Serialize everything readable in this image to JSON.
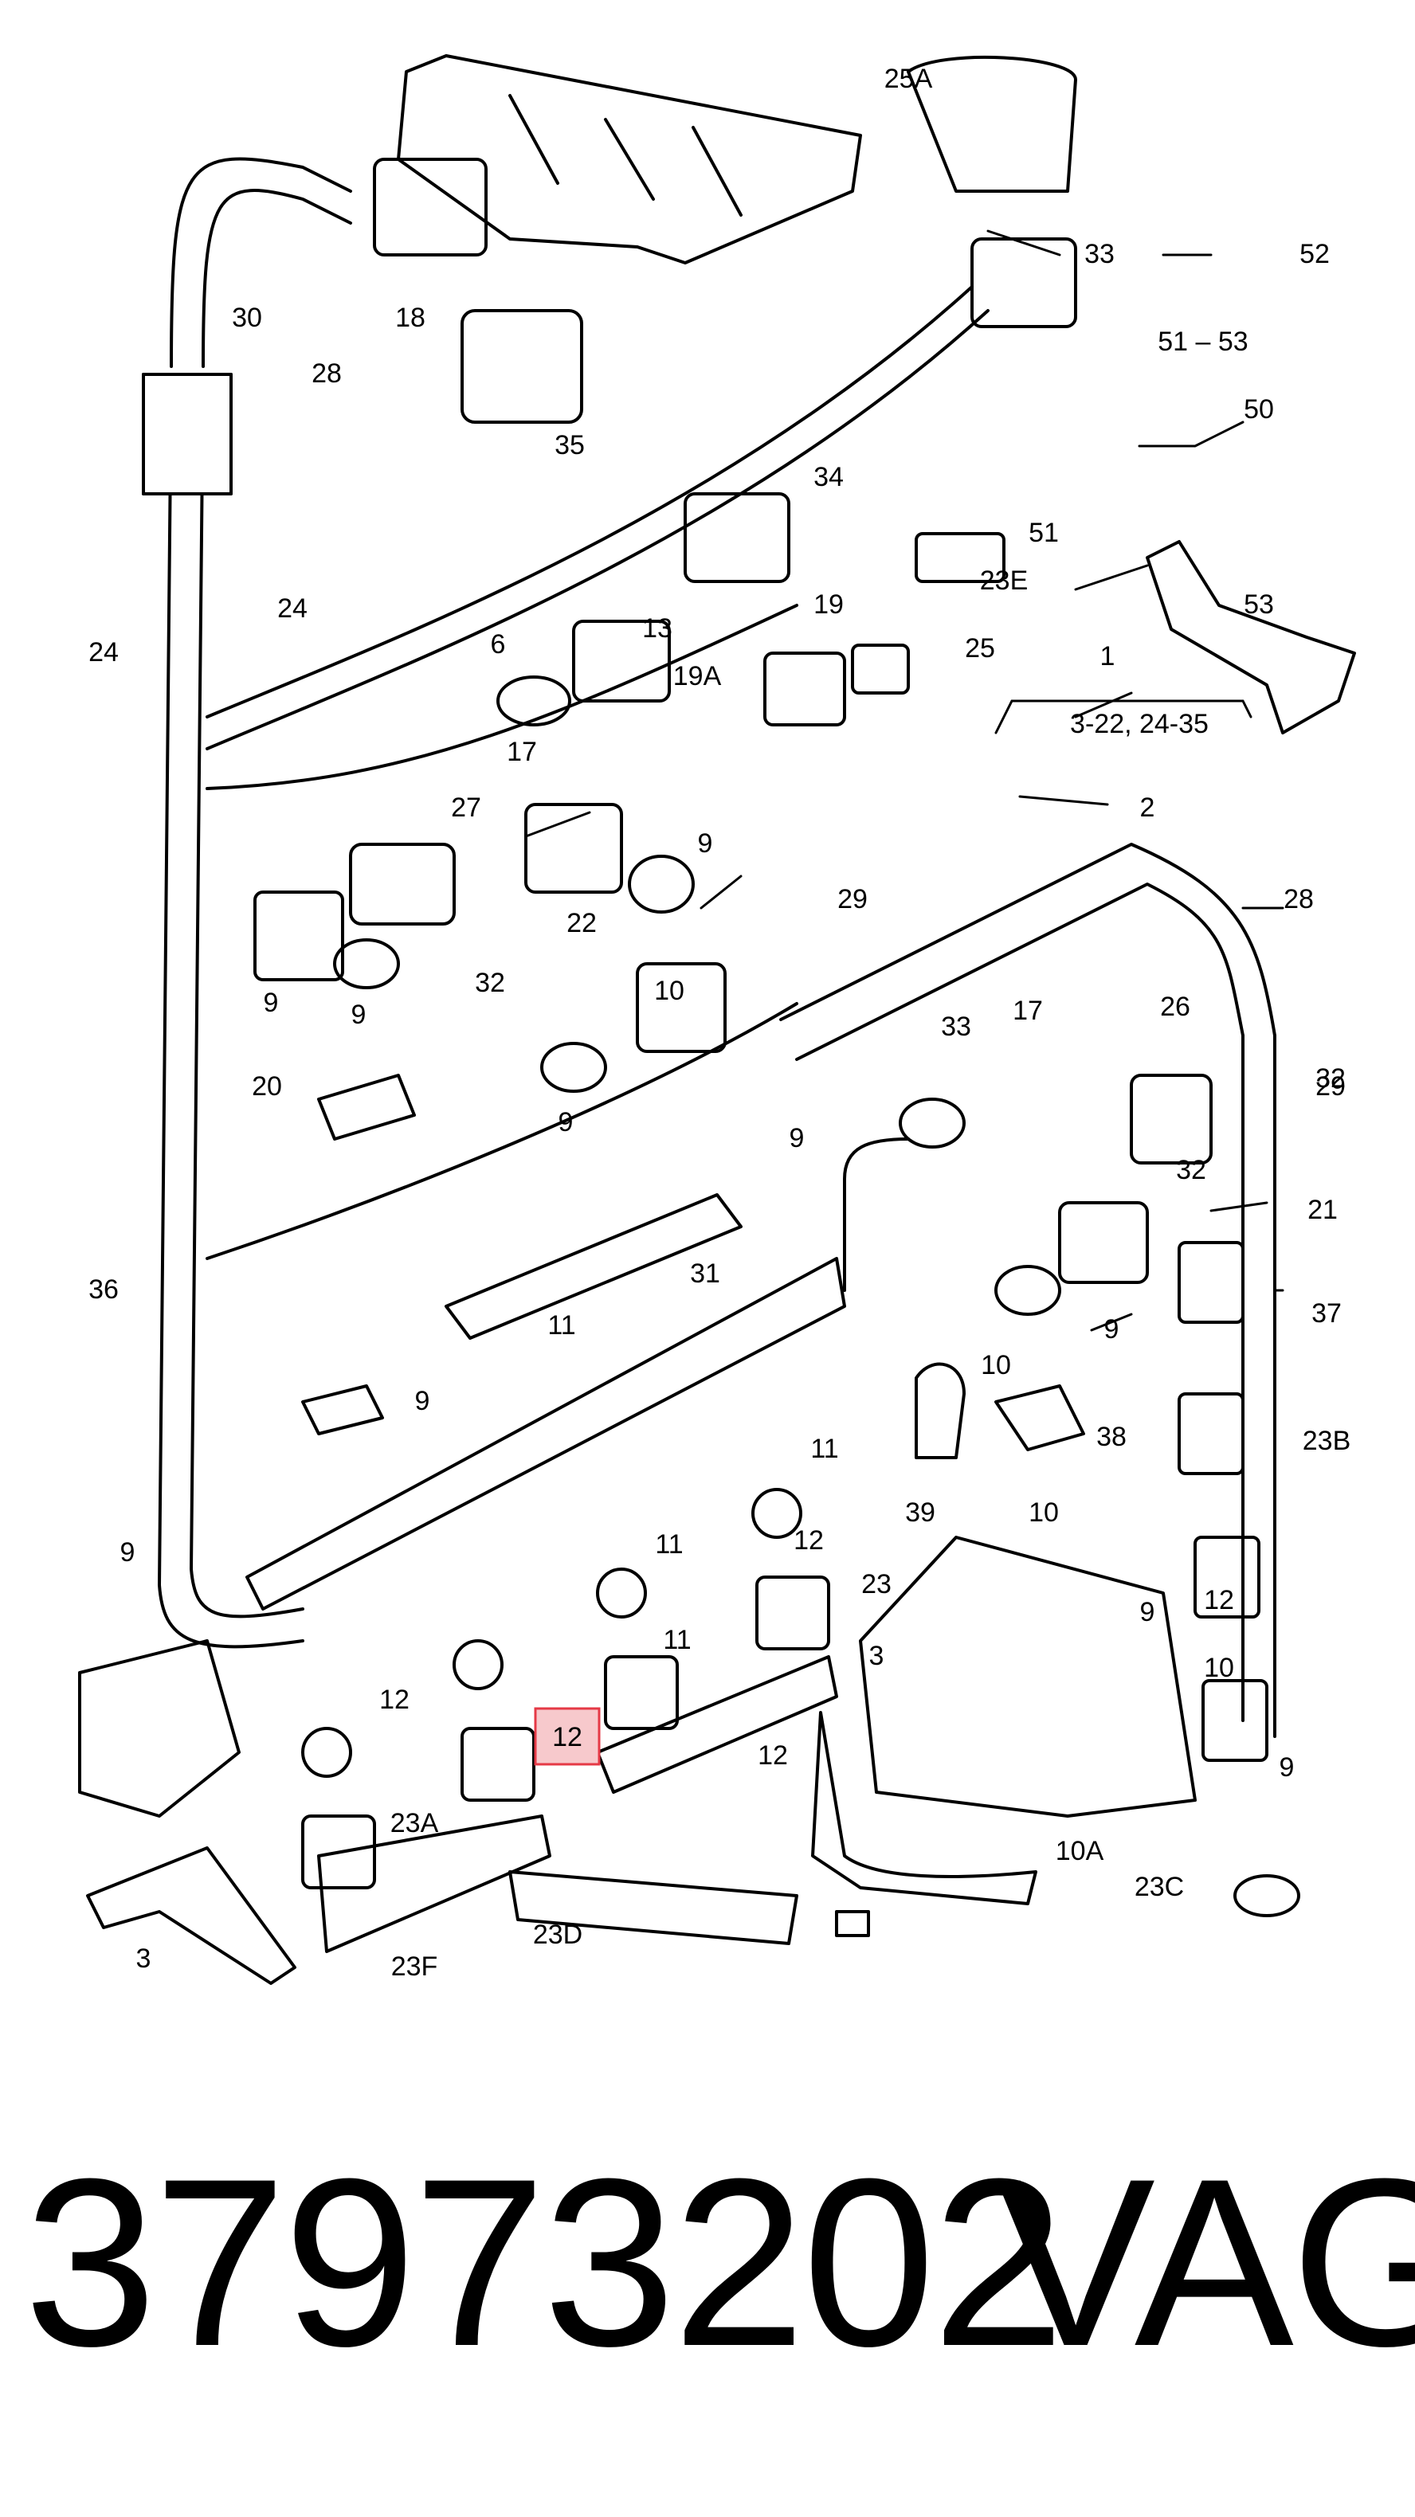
{
  "caption": {
    "part_number": "37973202",
    "brand": "VAG"
  },
  "highlight": {
    "label": "12",
    "color": "#e53946"
  },
  "callouts": [
    "25A",
    "33",
    "52",
    "18",
    "28",
    "30",
    "35",
    "51 – 53",
    "50",
    "34",
    "24",
    "51",
    "23E",
    "53",
    "25",
    "19",
    "24",
    "6",
    "13",
    "19A",
    "1",
    "3-22,  24-35",
    "17",
    "2",
    "27",
    "9",
    "22",
    "29",
    "28",
    "32",
    "9",
    "9",
    "32",
    "33",
    "17",
    "26",
    "29",
    "20",
    "9",
    "9",
    "32",
    "10",
    "21",
    "31",
    "36",
    "11",
    "9",
    "10",
    "37",
    "9",
    "11",
    "38",
    "39",
    "10",
    "23B",
    "9",
    "12",
    "23",
    "9",
    "11",
    "12",
    "11",
    "10",
    "9",
    "12",
    "3",
    "12",
    "23A",
    "10A",
    "23C",
    "3",
    "23F",
    "23D"
  ],
  "colors": {
    "ink": "#000000",
    "paper": "#ffffff",
    "highlight_fill": "#f7c9cc"
  }
}
